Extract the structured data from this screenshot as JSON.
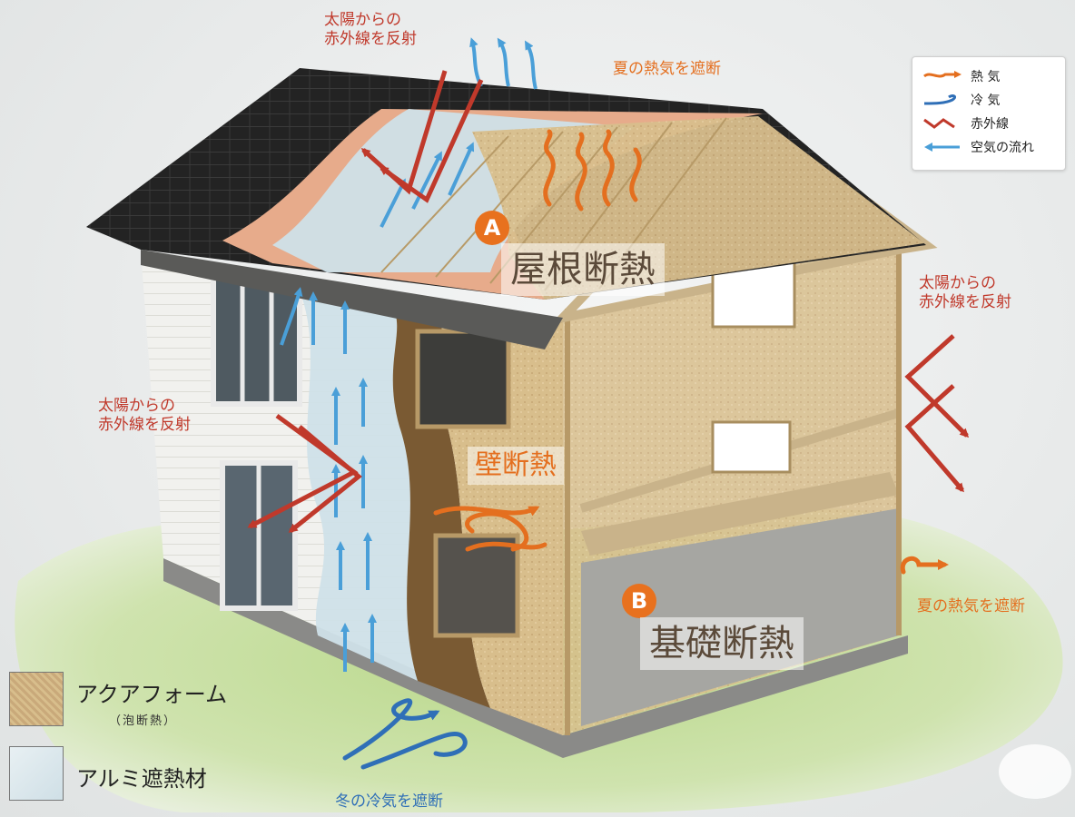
{
  "labels": {
    "roof_ir_reflect": "太陽からの\n赤外線を反射",
    "summer_heat_block_top": "夏の熱気を遮断",
    "right_ir_reflect": "太陽からの\n赤外線を反射",
    "left_ir_reflect": "太陽からの\n赤外線を反射",
    "summer_heat_block_right": "夏の熱気を遮断",
    "winter_cold_block": "冬の冷気を遮断",
    "roof_insulation": "屋根断熱",
    "wall_insulation": "壁断熱",
    "foundation_insulation": "基礎断熱",
    "badge_a": "A",
    "badge_b": "B"
  },
  "legend": {
    "items": [
      {
        "label": "熱 気",
        "icon": "heat-wave-icon",
        "color": "#e46f1f"
      },
      {
        "label": "冷 気",
        "icon": "cold-wave-icon",
        "color": "#2f6fb7"
      },
      {
        "label": "赤外線",
        "icon": "infrared-zigzag-icon",
        "color": "#c0392b"
      },
      {
        "label": "空気の流れ",
        "icon": "airflow-arrow-icon",
        "color": "#4a9fd8"
      }
    ]
  },
  "materials": [
    {
      "label": "アクアフォーム",
      "sub": "（泡断熱）",
      "color": "#c9a97a"
    },
    {
      "label": "アルミ遮熱材",
      "sub": "",
      "color": "#d9e6ea"
    }
  ],
  "colors": {
    "heat": "#e46f1f",
    "cold": "#2f6fb7",
    "infrared": "#c0392b",
    "airflow": "#4a9fd8",
    "foam": "#d8be8c",
    "foil": "#cfe0e8",
    "roof_tile": "#1f1f1f",
    "grass": "#cfe3a8"
  }
}
